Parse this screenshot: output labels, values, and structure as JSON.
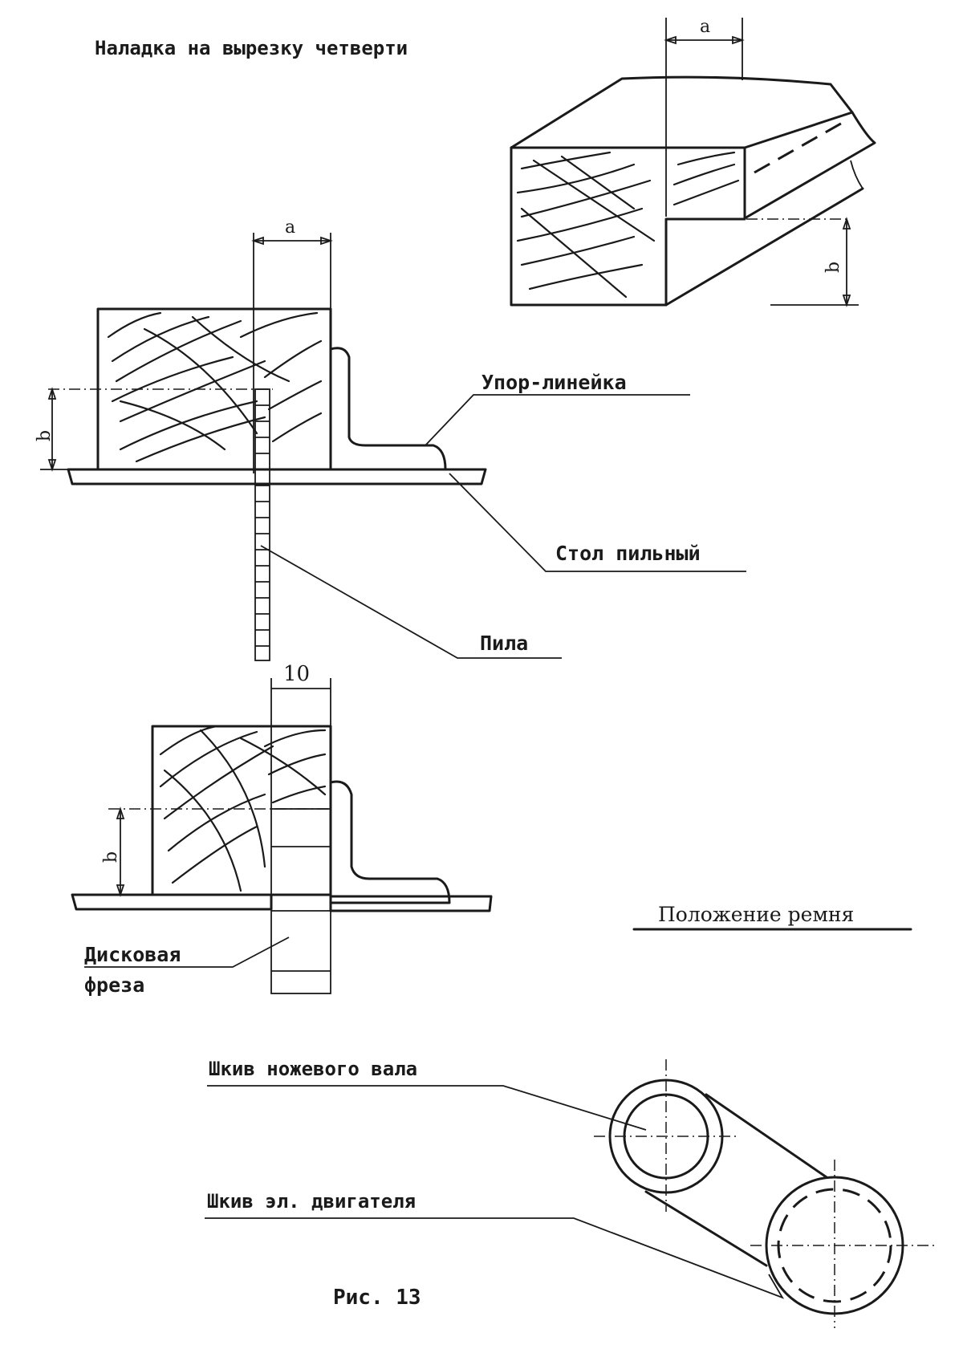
{
  "figure": {
    "title": "Наладка на вырезку четверти",
    "caption": "Рис. 13"
  },
  "dimensions": {
    "width_label": "a",
    "height_label": "b",
    "cutter_width": "10"
  },
  "callouts": {
    "fence": "Упор-линейка",
    "saw_table": "Стол пильный",
    "saw": "Пила",
    "disc_cutter_line1": "Дисковая",
    "disc_cutter_line2": "фреза",
    "belt_position": "Положение ремня",
    "cutter_shaft_pulley": "Шкив ножевого вала",
    "motor_pulley": "Шкив эл. двигателя"
  }
}
